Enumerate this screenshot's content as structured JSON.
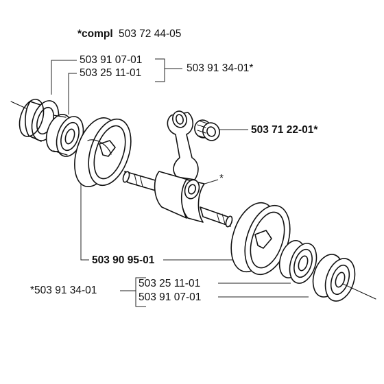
{
  "diagram": {
    "header": {
      "bold_prefix": "*compl",
      "number": "503 72 44-05"
    },
    "callouts": {
      "upper_bearing_outer": "503 91 07-01",
      "upper_bearing_inner": "503 25 11-01",
      "upper_kit": "503 91 34-01*",
      "needle_bearing": "503 71 22-01*",
      "crank_marker": "*",
      "crankshaft": "503 90 95-01",
      "lower_kit": "*503 91 34-01",
      "lower_bearing_inner": "503 25 11-01",
      "lower_bearing_outer": "503 91 07-01"
    }
  }
}
